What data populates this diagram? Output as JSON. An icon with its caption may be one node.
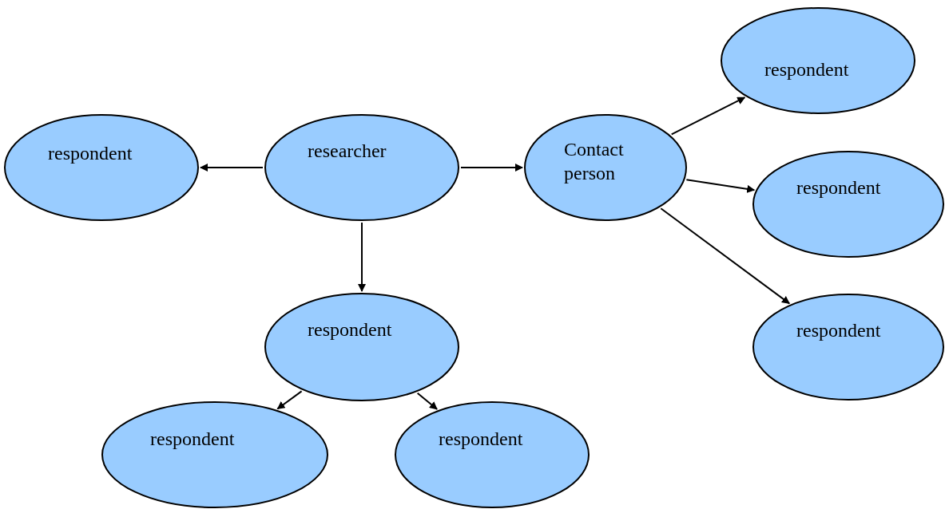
{
  "diagram": {
    "nodes": [
      {
        "text": [
          "respondent"
        ]
      },
      {
        "text": [
          "researcher"
        ]
      },
      {
        "text": [
          "Contact person"
        ]
      },
      {
        "text": [
          "respondent"
        ]
      },
      {
        "text": [
          "respondent"
        ]
      },
      {
        "text": [
          "respondent"
        ]
      },
      {
        "text": [
          "respondent"
        ]
      },
      {
        "text": [
          "respondent"
        ]
      },
      {
        "text": [
          "respondent"
        ]
      }
    ],
    "edges": [
      {
        "from": 1,
        "to": 0,
        "arrow": "to"
      },
      {
        "from": 1,
        "to": 2,
        "arrow": "to"
      },
      {
        "from": 1,
        "to": 6,
        "arrow": "to"
      },
      {
        "from": 2,
        "to": 3,
        "arrow": "to"
      },
      {
        "from": 2,
        "to": 4,
        "arrow": "to"
      },
      {
        "from": 2,
        "to": 5,
        "arrow": "to"
      },
      {
        "from": 6,
        "to": 7,
        "arrow": "to"
      },
      {
        "from": 6,
        "to": 8,
        "arrow": "to"
      }
    ]
  }
}
